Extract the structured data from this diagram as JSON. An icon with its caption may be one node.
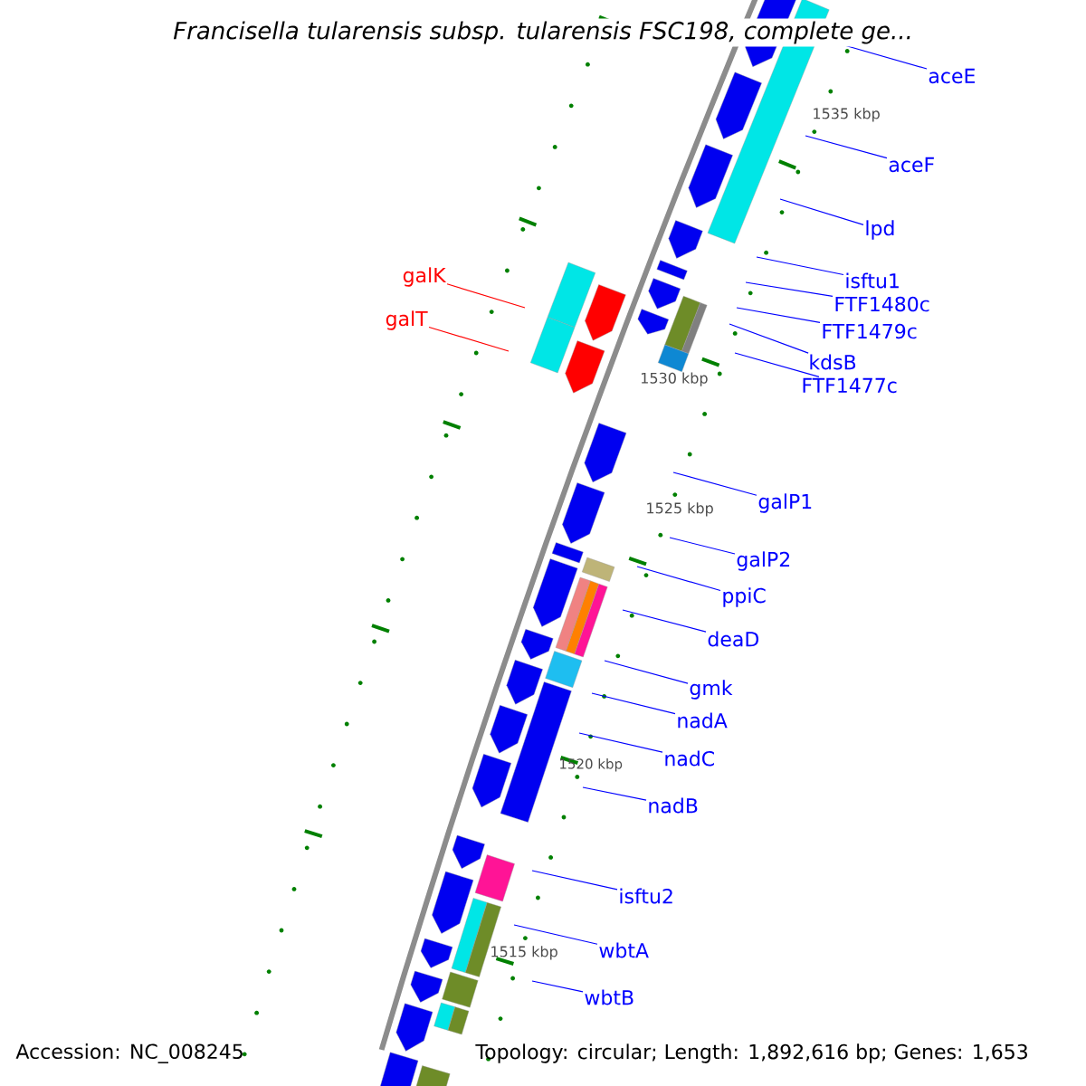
{
  "diagram": {
    "title": "Francisella tularensis subsp. tularensis FSC198, complete ge...",
    "nodes": [
      {
        "text": [
          "aceE"
        ]
      },
      {
        "text": [
          "aceF"
        ]
      },
      {
        "text": [
          "lpd"
        ]
      },
      {
        "text": [
          "galK"
        ]
      },
      {
        "text": [
          "isftu1"
        ]
      },
      {
        "text": [
          "FTF1480c"
        ]
      },
      {
        "text": [
          "galT"
        ]
      },
      {
        "text": [
          "FTF1479c"
        ]
      },
      {
        "text": [
          "kdsB"
        ]
      },
      {
        "text": [
          "FTF1477c"
        ]
      },
      {
        "text": [
          "galP1"
        ]
      },
      {
        "text": [
          "galP2"
        ]
      },
      {
        "text": [
          "ppiC"
        ]
      },
      {
        "text": [
          "deaD"
        ]
      },
      {
        "text": [
          "gmk"
        ]
      },
      {
        "text": [
          "nadA"
        ]
      },
      {
        "text": [
          "nadC"
        ]
      },
      {
        "text": [
          "nadB"
        ]
      },
      {
        "text": [
          "isftu2"
        ]
      },
      {
        "text": [
          "wbtA"
        ]
      },
      {
        "text": [
          "wbtB"
        ]
      }
    ],
    "edges": [
      {
        "from": 0,
        "to": null,
        "arrow": "none"
      },
      {
        "from": 1,
        "to": null,
        "arrow": "none"
      },
      {
        "from": 2,
        "to": null,
        "arrow": "none"
      },
      {
        "from": 3,
        "to": null,
        "arrow": "none",
        "color": "#ff0000"
      },
      {
        "from": 4,
        "to": null,
        "arrow": "none"
      },
      {
        "from": 5,
        "to": null,
        "arrow": "none"
      },
      {
        "from": 6,
        "to": null,
        "arrow": "none",
        "color": "#ff0000"
      },
      {
        "from": 7,
        "to": null,
        "arrow": "none"
      },
      {
        "from": 8,
        "to": null,
        "arrow": "none"
      },
      {
        "from": 9,
        "to": null,
        "arrow": "none"
      },
      {
        "from": 10,
        "to": null,
        "arrow": "none"
      },
      {
        "from": 11,
        "to": null,
        "arrow": "none"
      },
      {
        "from": 12,
        "to": null,
        "arrow": "none"
      },
      {
        "from": 13,
        "to": null,
        "arrow": "none"
      },
      {
        "from": 14,
        "to": null,
        "arrow": "none"
      },
      {
        "from": 15,
        "to": null,
        "arrow": "none"
      },
      {
        "from": 16,
        "to": null,
        "arrow": "none"
      },
      {
        "from": 17,
        "to": null,
        "arrow": "none"
      },
      {
        "from": 18,
        "to": null,
        "arrow": "none"
      },
      {
        "from": 19,
        "to": null,
        "arrow": "none"
      },
      {
        "from": 20,
        "to": null,
        "arrow": "none"
      }
    ],
    "labels": [
      "1535 kbp",
      "1530 kbp",
      "1525 kbp",
      "1520 kbp",
      "1515 kbp",
      "Accession: NC_008245",
      "Topology: circular; Length: 1,892,616 bp; Genes: 1,653"
    ]
  }
}
